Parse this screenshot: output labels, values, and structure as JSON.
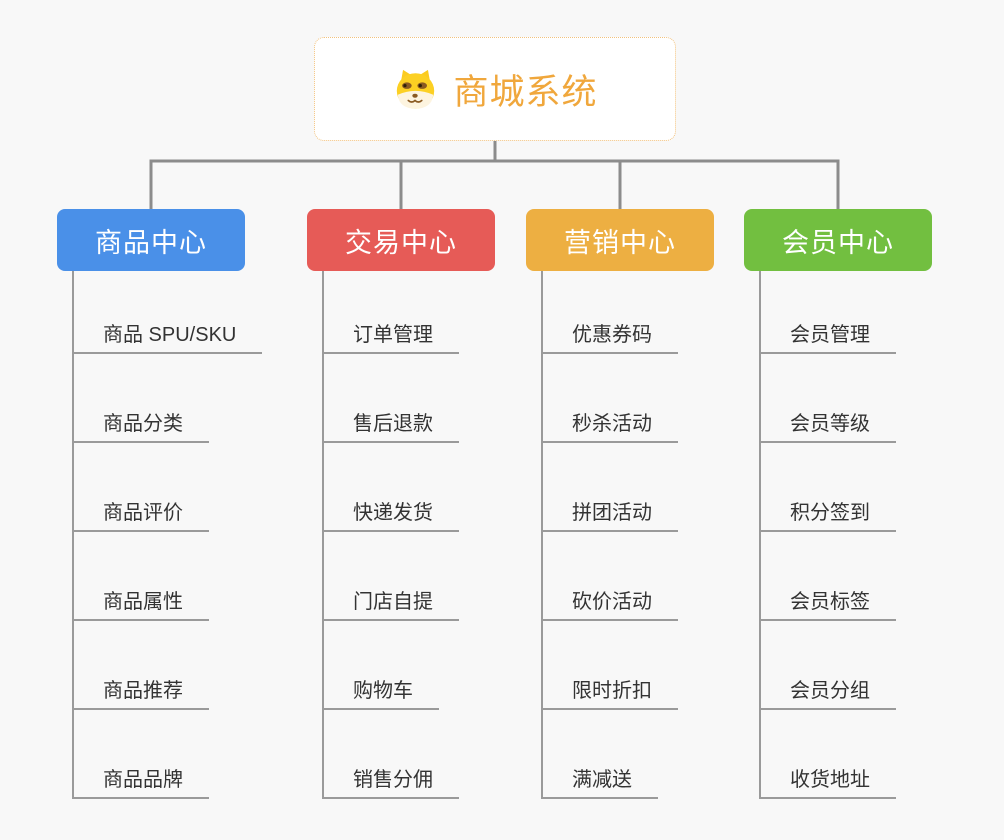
{
  "root": {
    "title": "商城系统",
    "icon": "doge-icon",
    "title_color": "#F0A73C",
    "border_color": "#F2C27E",
    "background": "#FFFFFF"
  },
  "colors": {
    "page_background": "#F8F8F8",
    "connector": "#8C8C8C",
    "item_line": "#9A9A9A",
    "item_text": "#333333"
  },
  "branches": [
    {
      "label": "商品中心",
      "color": "#4A90E8",
      "items": [
        "商品 SPU/SKU",
        "商品分类",
        "商品评价",
        "商品属性",
        "商品推荐",
        "商品品牌"
      ]
    },
    {
      "label": "交易中心",
      "color": "#E65B57",
      "items": [
        "订单管理",
        "售后退款",
        "快递发货",
        "门店自提",
        "购物车",
        "销售分佣"
      ]
    },
    {
      "label": "营销中心",
      "color": "#EDAF42",
      "items": [
        "优惠券码",
        "秒杀活动",
        "拼团活动",
        "砍价活动",
        "限时折扣",
        "满减送"
      ]
    },
    {
      "label": "会员中心",
      "color": "#72BF40",
      "items": [
        "会员管理",
        "会员等级",
        "积分签到",
        "会员标签",
        "会员分组",
        "收货地址"
      ]
    }
  ]
}
